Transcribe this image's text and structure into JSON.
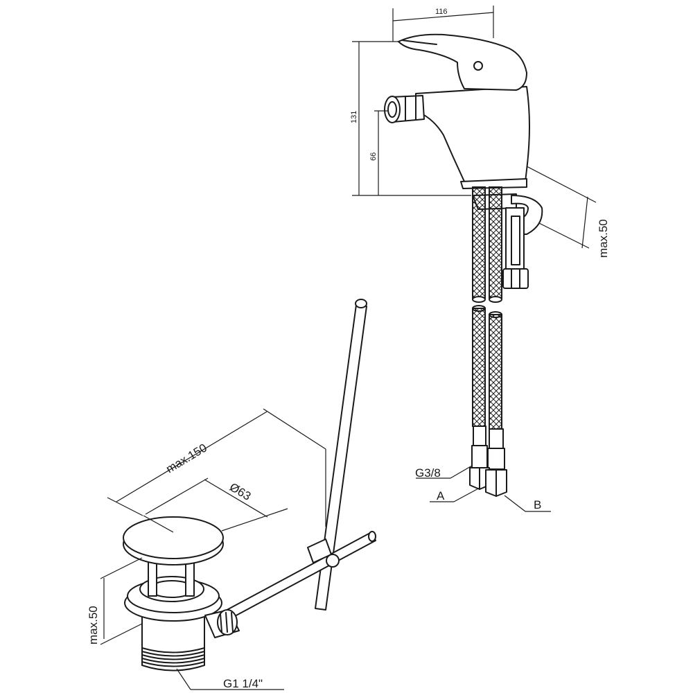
{
  "faucet": {
    "width_label": "116",
    "height_label": "131",
    "spout_height_label": "66",
    "deck_thickness_label": "max.50",
    "thread_label": "G3/8",
    "hose_a_label": "A",
    "hose_b_label": "B"
  },
  "drain": {
    "length_label": "max.150",
    "diameter_label": "Ø63",
    "basin_thickness_label": "max.50",
    "thread_label": "G1 1/4\""
  }
}
